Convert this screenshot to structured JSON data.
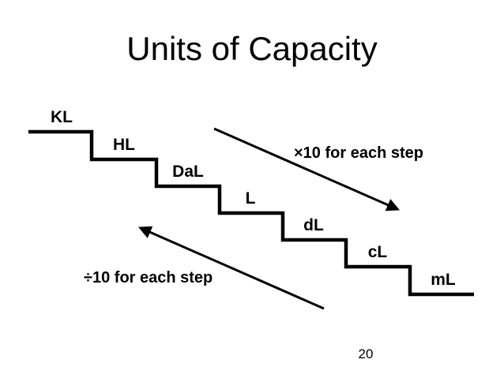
{
  "slide": {
    "title": "Units of Capacity",
    "page_number": "20",
    "background_color": "#ffffff",
    "text_color": "#000000"
  },
  "diagram": {
    "type": "staircase-unit-conversion",
    "units": [
      {
        "label": "KL"
      },
      {
        "label": "HL"
      },
      {
        "label": "DaL"
      },
      {
        "label": "L"
      },
      {
        "label": "dL"
      },
      {
        "label": "cL"
      },
      {
        "label": "mL"
      }
    ],
    "down_caption": "×10 for each step",
    "up_caption": "÷10 for each step",
    "line_color": "#000000"
  }
}
